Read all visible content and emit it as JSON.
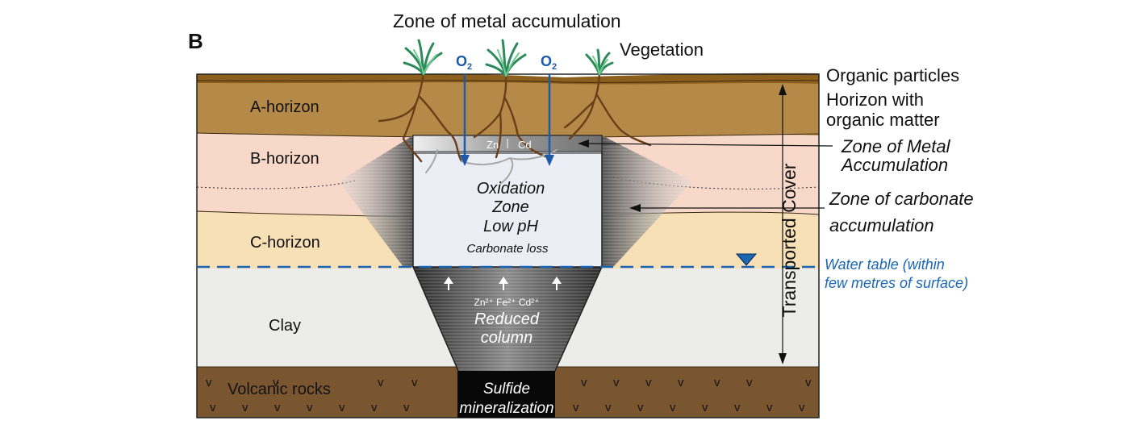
{
  "panel_label": "B",
  "labels": {
    "zone_metal_top": "Zone of metal accumulation",
    "vegetation": "Vegetation",
    "o2_left": "O",
    "o2_right": "O",
    "o2_sub": "2",
    "organic_particles": "Organic particles",
    "horizon_with": "Horizon with",
    "organic_matter": "organic matter",
    "zone_metal_1": "Zone of Metal",
    "zone_metal_2": "Accumulation",
    "zone_carbonate_1": "Zone of carbonate",
    "zone_carbonate_2": "accumulation",
    "water_table_1": "Water table (within",
    "water_table_2": "few metres of surface)",
    "transported_cover": "Transported Cover",
    "a_horizon": "A-horizon",
    "b_horizon": "B-horizon",
    "c_horizon": "C-horizon",
    "clay": "Clay",
    "volcanic_rocks": "Volcanic rocks",
    "zn": "Zn",
    "cd": "Cd",
    "oxidation": "Oxidation",
    "zone": "Zone",
    "low_ph": "Low pH",
    "carbonate_loss": "Carbonate loss",
    "ions": "Zn²⁺ Fe²⁺ Cd²⁺",
    "reduced": "Reduced",
    "column": "column",
    "sulfide": "Sulfide",
    "mineralization": "mineralization"
  },
  "colors": {
    "organic_layer": "#9b6a1e",
    "a_horizon": "#b58a48",
    "b_horizon": "#f7d8c9",
    "c_horizon": "#f7dfb6",
    "clay": "#ececea",
    "volcanic": "#7a5630",
    "water_blue": "#1a66b3",
    "o2_blue": "#1d5aa8",
    "roots": "#6b3e1a"
  }
}
